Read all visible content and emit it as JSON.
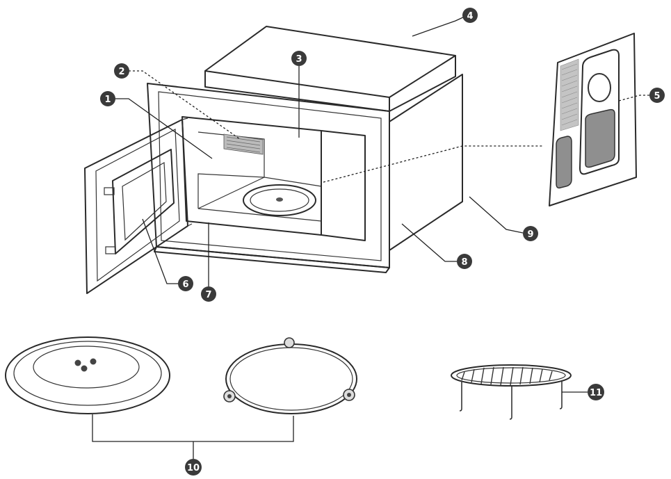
{
  "callouts": [
    {
      "n": "1"
    },
    {
      "n": "2"
    },
    {
      "n": "3"
    },
    {
      "n": "4"
    },
    {
      "n": "5"
    },
    {
      "n": "6"
    },
    {
      "n": "7"
    },
    {
      "n": "8"
    },
    {
      "n": "9"
    },
    {
      "n": "10"
    },
    {
      "n": "11"
    }
  ],
  "colors": {
    "line": "#2a2a2a",
    "callout_fill": "#3a3a3a",
    "panel_fill": "#e6e6e6",
    "panel_window": "#9a9a9a"
  }
}
